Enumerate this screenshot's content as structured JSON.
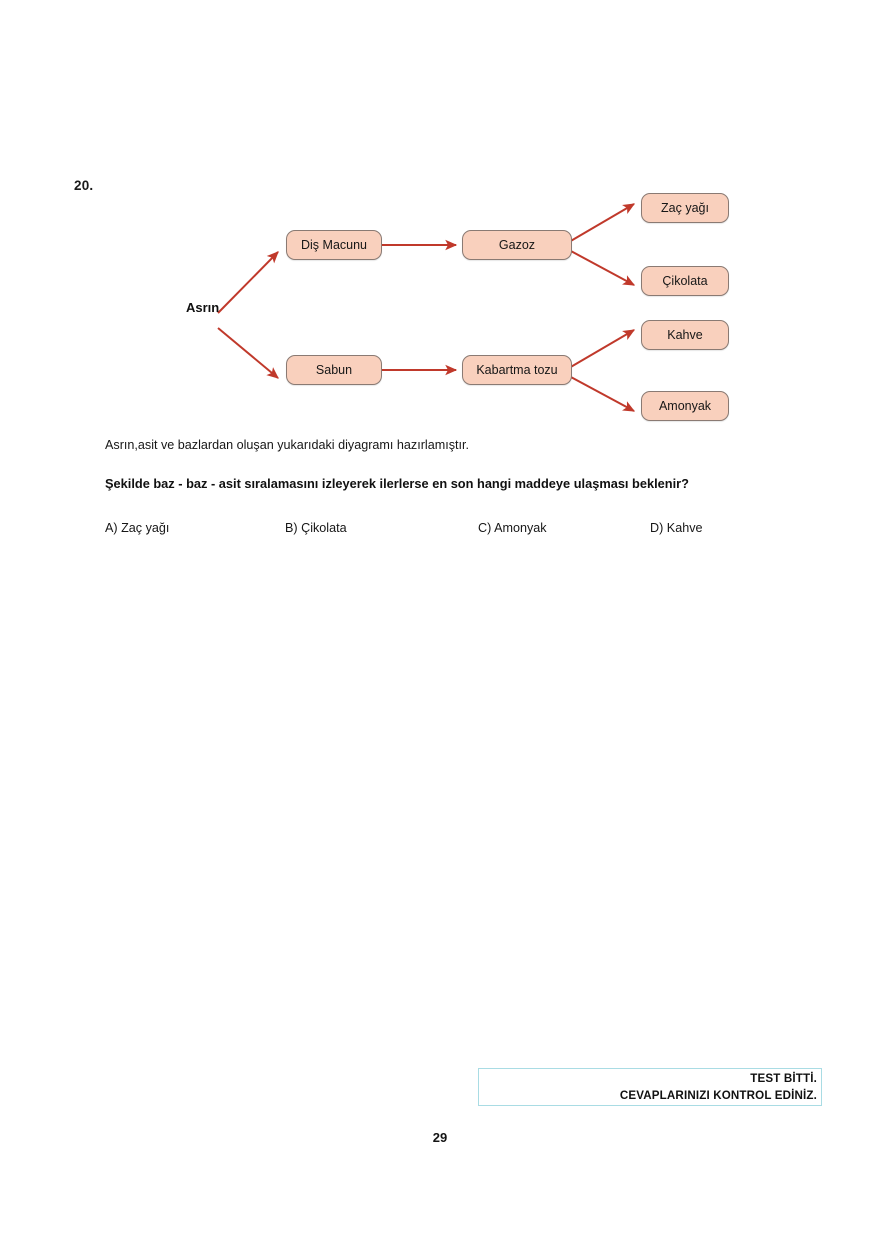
{
  "page": {
    "question_number": "20.",
    "page_number": "29",
    "background_color": "#ffffff"
  },
  "diagram": {
    "type": "flow-tree",
    "root": {
      "label": "Asrın"
    },
    "node_fill_color": "#f9d0bd",
    "node_border_color": "#8a7a73",
    "arrow_color": "#c0392b",
    "nodes": [
      {
        "id": "dis-macunu",
        "label": "Diş Macunu"
      },
      {
        "id": "gazoz",
        "label": "Gazoz"
      },
      {
        "id": "zac-yagi",
        "label": "Zaç yağı"
      },
      {
        "id": "cikolata",
        "label": "Çikolata"
      },
      {
        "id": "sabun",
        "label": "Sabun"
      },
      {
        "id": "kabartma-tozu",
        "label": "Kabartma tozu"
      },
      {
        "id": "kahve",
        "label": "Kahve"
      },
      {
        "id": "amonyak",
        "label": "Amonyak"
      }
    ],
    "edges": [
      {
        "from": "Asrın",
        "to": "Diş Macunu"
      },
      {
        "from": "Asrın",
        "to": "Sabun"
      },
      {
        "from": "Diş Macunu",
        "to": "Gazoz"
      },
      {
        "from": "Gazoz",
        "to": "Zaç yağı"
      },
      {
        "from": "Gazoz",
        "to": "Çikolata"
      },
      {
        "from": "Sabun",
        "to": "Kabartma tozu"
      },
      {
        "from": "Kabartma tozu",
        "to": "Kahve"
      },
      {
        "from": "Kabartma tozu",
        "to": "Amonyak"
      }
    ]
  },
  "stem": {
    "description": "Asrın,asit ve bazlardan oluşan yukarıdaki diyagramı hazırlamıştır.",
    "question": "Şekilde baz - baz - asit sıralamasını izleyerek ilerlerse en son hangi maddeye ulaşması beklenir?"
  },
  "options": [
    {
      "letter": "A)",
      "text": "Zaç yağı",
      "label": "A) Zaç yağı"
    },
    {
      "letter": "B)",
      "text": "Çikolata",
      "label": "B) Çikolata"
    },
    {
      "letter": "C)",
      "text": "Amonyak",
      "label": "C) Amonyak"
    },
    {
      "letter": "D)",
      "text": "Kahve",
      "label": "D) Kahve"
    }
  ],
  "footer_notice": {
    "line1": "TEST BİTTİ.",
    "line2": "CEVAPLARINIZI KONTROL EDİNİZ.",
    "border_color": "#a9dce4"
  }
}
